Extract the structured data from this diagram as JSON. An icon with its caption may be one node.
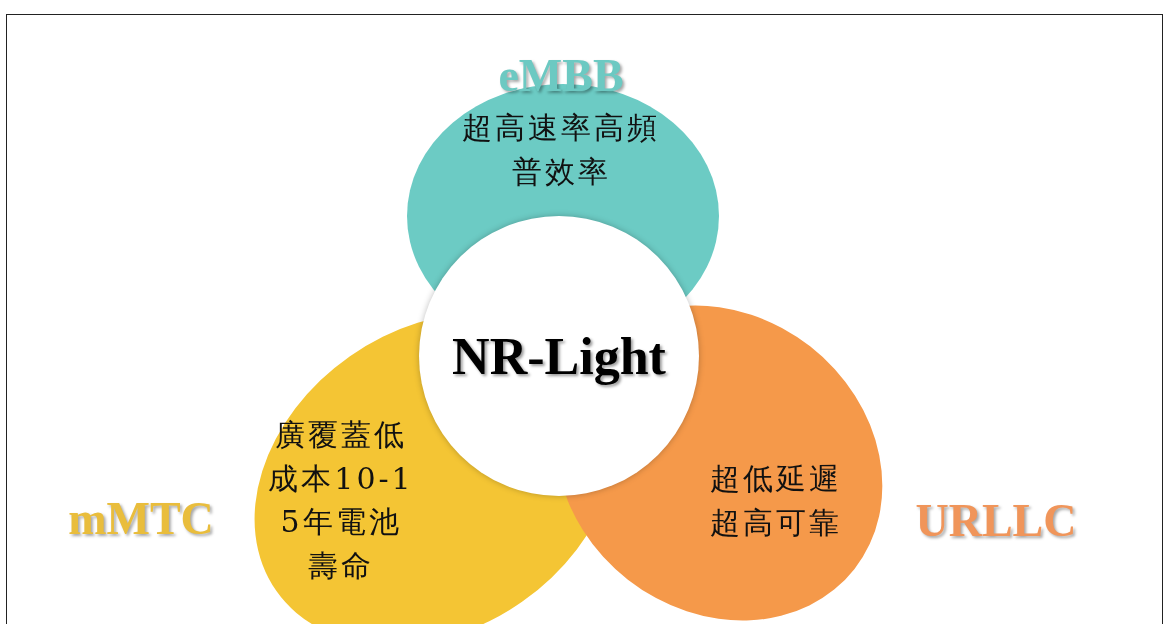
{
  "diagram": {
    "nodes": [
      {
        "text": [
          "eMBB",
          "超高速率高頻普效率"
        ]
      },
      {
        "text": [
          "mMTC",
          "廣覆蓋低成本10-15年電池壽命"
        ]
      },
      {
        "text": [
          "超低延遲超高可靠",
          "URLLC"
        ]
      },
      {
        "text": [
          "NR-Light"
        ]
      }
    ]
  }
}
